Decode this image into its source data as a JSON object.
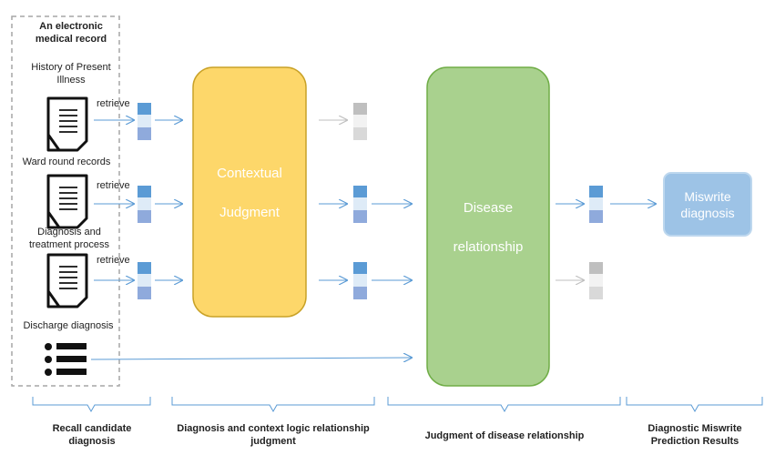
{
  "emr": {
    "title": "An electronic medical record",
    "sources": [
      "History of Present Illness",
      "Ward round records",
      "Diagnosis and treatment process",
      "Discharge diagnosis"
    ],
    "retrieve_label": "retrieve"
  },
  "stages": {
    "contextual": [
      "Contextual",
      "Judgment"
    ],
    "disease": [
      "Disease",
      "relationship"
    ],
    "result": [
      "Miswrite",
      "diagnosis"
    ]
  },
  "phases": [
    "Recall candidate diagnosis",
    "Diagnosis and context logic relationship judgment",
    "Judgment of disease relationship",
    "Diagnostic Miswrite Prediction Results"
  ],
  "colors": {
    "contextual_fill": "#fdd76a",
    "contextual_border": "#c9a227",
    "disease_fill": "#a9d18e",
    "disease_border": "#70ad47",
    "result_fill": "#9dc3e6",
    "arrow": "#5b9bd5",
    "arrow_faded": "#bfbfbf",
    "dashed_border": "#a6a6a6"
  }
}
